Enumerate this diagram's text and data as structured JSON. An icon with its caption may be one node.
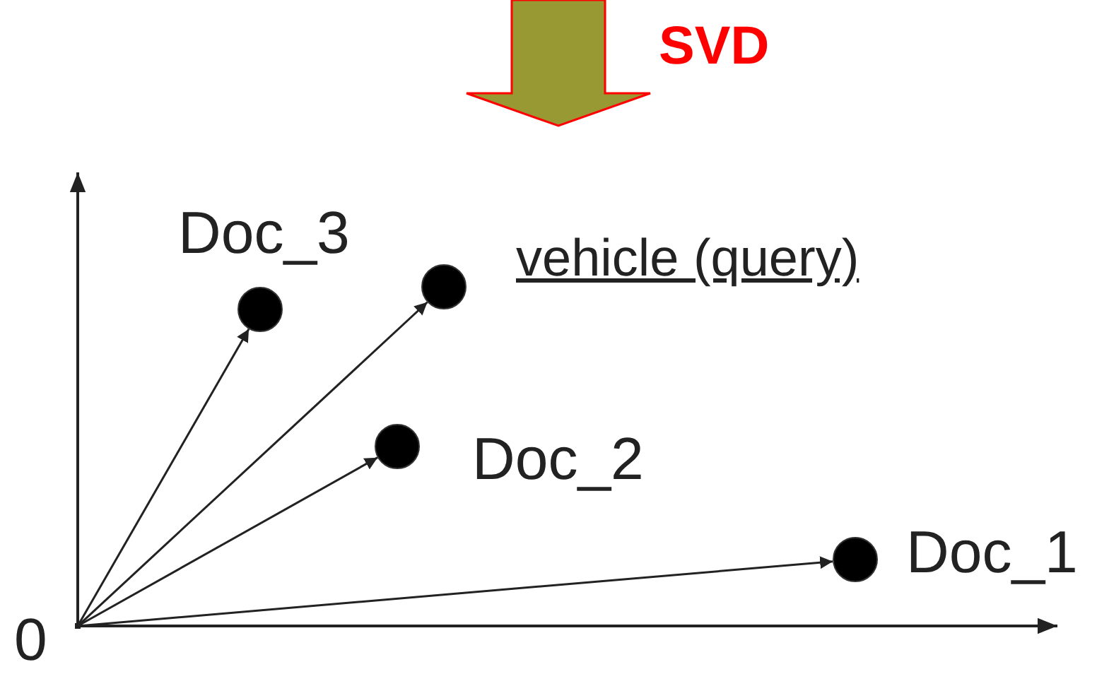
{
  "diagram": {
    "nodes": [
      {
        "text": [],
        "shape": "circle",
        "beside": [
          "Doc_3"
        ]
      },
      {
        "text": [],
        "shape": "circle",
        "beside": [
          "vehicle (query)"
        ]
      },
      {
        "text": [],
        "shape": "circle",
        "beside": [
          "Doc_2"
        ]
      },
      {
        "text": [],
        "shape": "circle",
        "beside": [
          "Doc_1"
        ]
      },
      {
        "text": [],
        "shape": "point",
        "beside": [
          "0"
        ]
      }
    ],
    "edges": [
      {
        "from": 4,
        "to": 0,
        "arrow": "to"
      },
      {
        "from": 4,
        "to": 1,
        "arrow": "to"
      },
      {
        "from": 4,
        "to": 2,
        "arrow": "to"
      },
      {
        "from": 4,
        "to": 3,
        "arrow": "to"
      }
    ],
    "labels": [
      "SVD"
    ]
  }
}
